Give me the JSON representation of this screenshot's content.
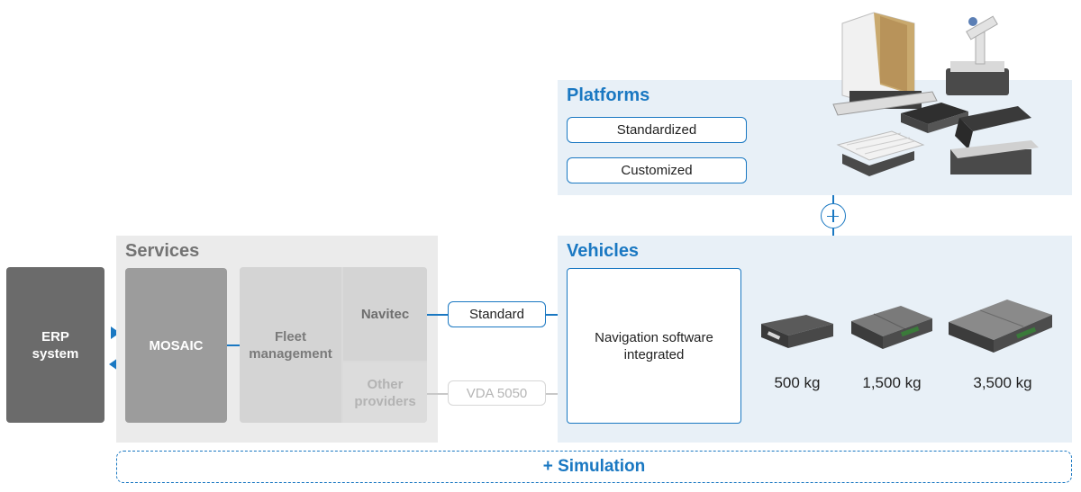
{
  "erp": {
    "label": "ERP\nsystem"
  },
  "services": {
    "title": "Services",
    "mosaic": "MOSAIC",
    "fleet_management": "Fleet\nmanagement",
    "navitec": "Navitec",
    "other_providers": "Other\nproviders"
  },
  "interfaces": {
    "standard": "Standard",
    "vda": "VDA 5050"
  },
  "platforms": {
    "title": "Platforms",
    "options": [
      "Standardized",
      "Customized"
    ]
  },
  "vehicles": {
    "title": "Vehicles",
    "navigation": "Navigation software\nintegrated",
    "capacities": [
      "500 kg",
      "1,500 kg",
      "3,500 kg"
    ]
  },
  "simulation": "+ Simulation",
  "colors": {
    "accent": "#1a78c2",
    "panel_blue": "#e8f0f7",
    "panel_grey": "#ebebeb",
    "erp": "#6b6b6b"
  }
}
